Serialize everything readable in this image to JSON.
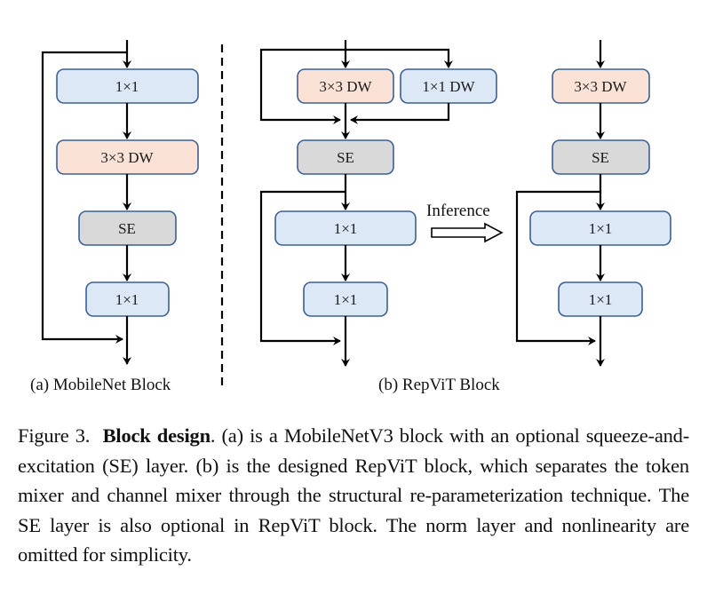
{
  "diagram": {
    "colors": {
      "blue_fill": "#dce8f5",
      "orange_fill": "#fae3d6",
      "gray_fill": "#d9d9d9",
      "box_stroke": "#3d5f94",
      "line": "#000000"
    },
    "panel_a": {
      "boxes": [
        "1×1",
        "3×3 DW",
        "SE",
        "1×1"
      ],
      "label": "(a) MobileNet Block"
    },
    "panel_b_train": {
      "boxes": [
        "3×3 DW",
        "1×1 DW",
        "SE",
        "1×1",
        "1×1"
      ]
    },
    "inference_label": "Inference",
    "panel_b_infer": {
      "boxes": [
        "3×3 DW",
        "SE",
        "1×1",
        "1×1"
      ]
    },
    "panel_b_label": "(b) RepViT Block"
  },
  "caption": {
    "figure_number": "Figure 3.",
    "title": "Block design",
    "text_after_title": ".  (a) is a MobileNetV3 block with an optional squeeze-and-excitation (SE) layer.  (b) is the designed RepViT block, which separates the token mixer and channel mixer through the structural re-parameterization technique. The SE layer is also optional in RepViT block. The norm layer and nonlinearity are omitted for simplicity."
  }
}
